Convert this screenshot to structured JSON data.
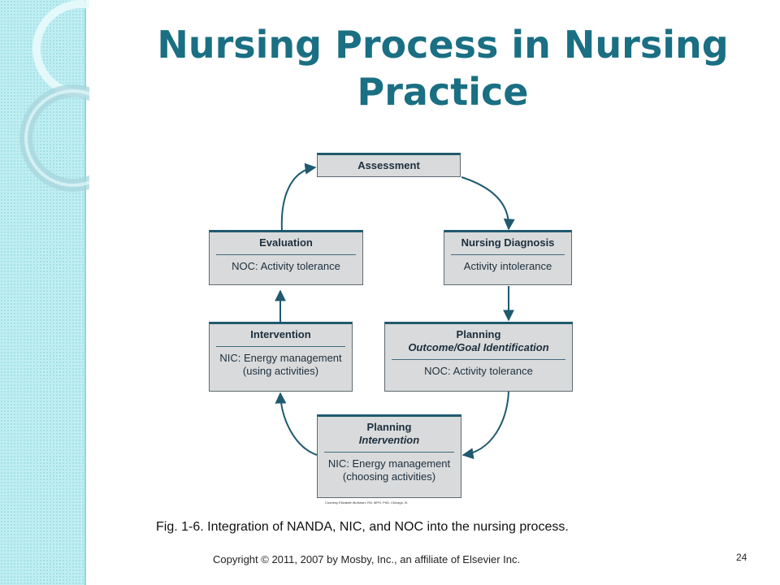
{
  "title": "Nursing Process in Nursing Practice",
  "nodes": {
    "assessment": {
      "heading": "Assessment"
    },
    "diagnosis": {
      "heading": "Nursing Diagnosis",
      "body": "Activity intolerance"
    },
    "planning_outcome": {
      "heading": "Planning",
      "subheading": "Outcome/Goal Identification",
      "body": "NOC: Activity tolerance"
    },
    "planning_intervention": {
      "heading": "Planning",
      "subheading": "Intervention",
      "body_line1": "NIC: Energy management",
      "body_line2": "(choosing activities)"
    },
    "intervention": {
      "heading": "Intervention",
      "body_line1": "NIC: Energy management",
      "body_line2": "(using activities)"
    },
    "evaluation": {
      "heading": "Evaluation",
      "body": "NOC: Activity tolerance"
    }
  },
  "credit": "Courtesy Elizabeth Burkhart, RN, MPH, PhD, Chicago, Ill.",
  "caption": "Fig. 1-6. Integration of NANDA, NIC, and NOC into the nursing process.",
  "copyright": "Copyright © 2011, 2007 by Mosby, Inc., an affiliate of Elsevier Inc.",
  "page_number": "24",
  "colors": {
    "title": "#1a6f83",
    "box_fill": "#d9dadb",
    "box_border_top": "#1f5a6e",
    "arrow": "#1f5a6e",
    "side_strip": "#bfeef2"
  }
}
